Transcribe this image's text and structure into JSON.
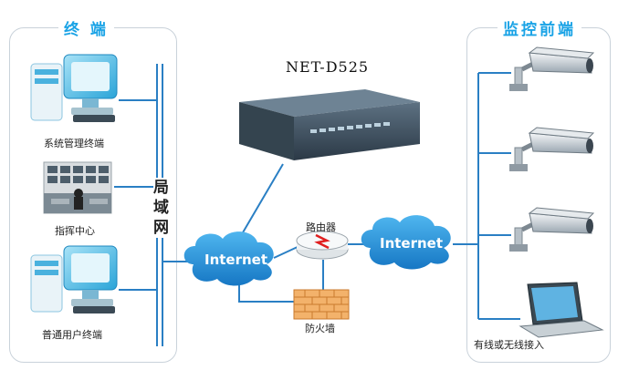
{
  "left_panel": {
    "title": "终 端",
    "lan_label": "局域网",
    "terminals": [
      {
        "label": "系统管理终端",
        "icon": "computer-icon"
      },
      {
        "label": "指挥中心",
        "icon": "command-center-photo"
      },
      {
        "label": "普通用户终端",
        "icon": "computer-icon"
      }
    ]
  },
  "right_panel": {
    "title": "监控前端",
    "devices": [
      {
        "label": "",
        "icon": "camera-icon"
      },
      {
        "label": "",
        "icon": "camera-icon"
      },
      {
        "label": "",
        "icon": "camera-icon"
      },
      {
        "label": "有线或无线接入",
        "icon": "laptop-icon"
      }
    ]
  },
  "center": {
    "server_label": "NET-D525",
    "server_icon": "rack-server-icon",
    "cloud_left": "Internet",
    "cloud_right": "Internet",
    "router_label": "路由器",
    "router_icon": "router-icon",
    "firewall_label": "防火墙",
    "firewall_icon": "firewall-icon"
  },
  "colors": {
    "accent": "#1aa3e6",
    "line": "#2a7fc4",
    "cloud": "#1f8fd6",
    "panel_border": "#c9d2da"
  }
}
